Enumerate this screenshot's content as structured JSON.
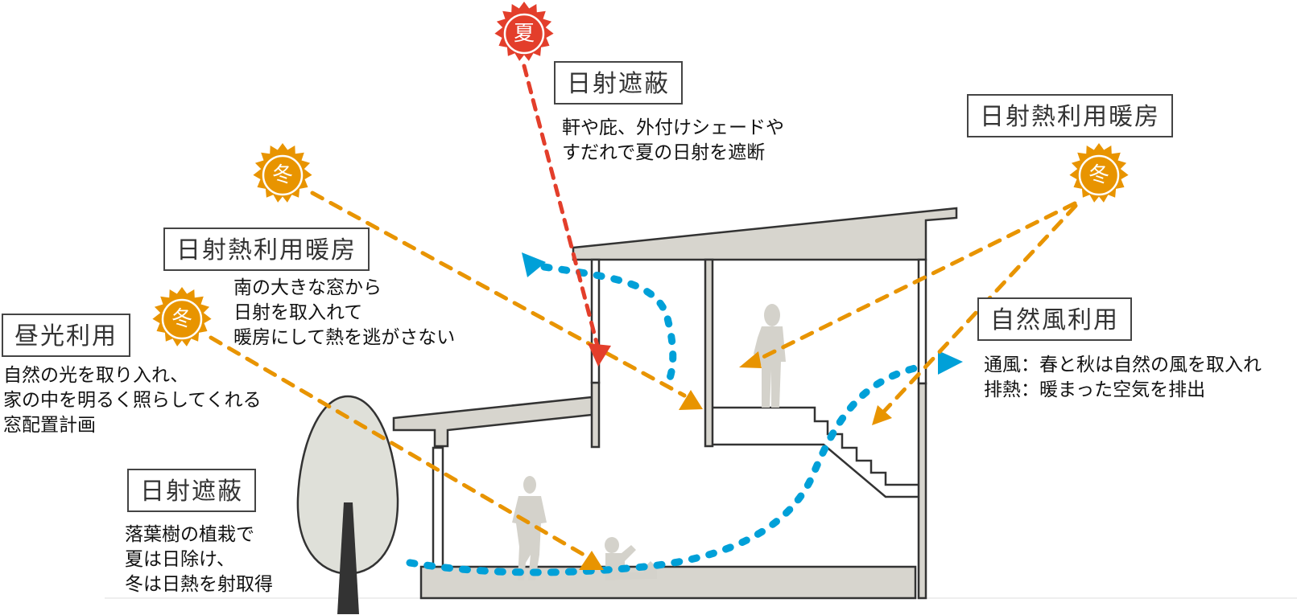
{
  "colors": {
    "summer_sun": "#e33e2b",
    "winter_sun": "#e89400",
    "wind": "#00a0d8",
    "structure_fill": "#d7d5ce",
    "tree_fill": "#dfe0d9",
    "trunk": "#333333",
    "outline": "#333333",
    "figure": "#d4d2cb"
  },
  "suns": {
    "summer": {
      "glyph": "夏",
      "kind": "summer-sun"
    },
    "winter_upper_left": {
      "glyph": "冬",
      "kind": "winter-sun"
    },
    "winter_left": {
      "glyph": "冬",
      "kind": "winter-sun"
    },
    "winter_right": {
      "glyph": "冬",
      "kind": "winter-sun"
    }
  },
  "sections": {
    "shading_eaves": {
      "title": "日射遮蔽",
      "lines": [
        "軒や庇、外付けシェードや",
        "すだれで夏の日射を遮断"
      ]
    },
    "solar_heating_left": {
      "title": "日射熱利用暖房",
      "lines": [
        "南の大きな窓から",
        "日射を取入れて",
        "暖房にして熱を逃がさない"
      ]
    },
    "daylight": {
      "title": "昼光利用",
      "lines": [
        "自然の光を取り入れ、",
        "家の中を明るく照らしてくれる",
        "窓配置計画"
      ]
    },
    "shading_tree": {
      "title": "日射遮蔽",
      "lines": [
        "落葉樹の植栽で",
        "夏は日除け、",
        "冬は日熱を射取得"
      ]
    },
    "solar_heating_right": {
      "title": "日射熱利用暖房"
    },
    "natural_wind": {
      "title": "自然風利用",
      "lines": [
        "通風：春と秋は自然の風を取入れ",
        "排熱：暖まった空気を排出"
      ]
    }
  }
}
